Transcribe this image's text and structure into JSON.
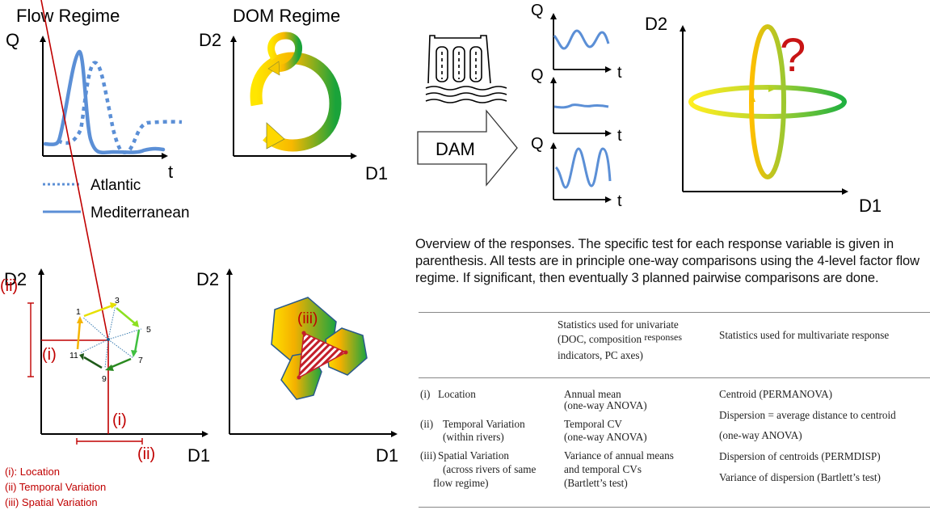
{
  "panels": {
    "flow_regime": {
      "title": "Flow Regime",
      "y_axis": "Q",
      "x_axis": "t",
      "legend": [
        {
          "label": "Atlantic",
          "style": "dotted"
        },
        {
          "label": "Mediterranean",
          "style": "solid"
        }
      ],
      "line_color": "#5b8fd6"
    },
    "dom_regime": {
      "title": "DOM Regime",
      "y_axis": "D2",
      "x_axis": "D1"
    },
    "dam": {
      "arrow_label": "DAM",
      "subplots": [
        {
          "y_axis": "Q",
          "x_axis": "t",
          "pattern": "moderate oscillation"
        },
        {
          "y_axis": "Q",
          "x_axis": "t",
          "pattern": "flat"
        },
        {
          "y_axis": "Q",
          "x_axis": "t",
          "pattern": "large oscillation"
        }
      ]
    },
    "altered_regime": {
      "y_axis": "D2",
      "x_axis": "D1",
      "question_mark": "?"
    },
    "response_scheme": {
      "y_axis": "D2",
      "x_axis": "D1",
      "point_labels": [
        "1",
        "3",
        "5",
        "7",
        "9",
        "11"
      ],
      "marker_i": "(i)",
      "marker_ii": "(ii)"
    },
    "spatial_scheme": {
      "y_axis": "D2",
      "x_axis": "D1",
      "marker_iii": "(iii)"
    },
    "legend_red": [
      "(i): Location",
      "(ii) Temporal Variation",
      "(iii) Spatial Variation"
    ]
  },
  "caption": "Overview of the responses. The specific test for each response variable is given in parenthesis. All tests are in principle one-way comparisons using the 4-level factor flow regime. If significant, then eventually 3 planned pairwise comparisons are done.",
  "table": {
    "headers": {
      "univariate_line1": "Statistics used for univariate",
      "univariate_line2a": "(DOC, composition",
      "univariate_line2b": "responses",
      "univariate_line3": "indicators, PC axes)",
      "multivariate": "Statistics used for multivariate response"
    },
    "rows": [
      {
        "label_num": "(i)",
        "label_l1": "Location",
        "label_l2": "",
        "label_l3": "",
        "uni_l1": "Annual mean",
        "uni_l2": "(one-way ANOVA)",
        "uni_l3": "",
        "multi_l1": "Centroid (PERMANOVA)",
        "multi_l2": ""
      },
      {
        "label_num": "(ii)",
        "label_l1": "Temporal Variation",
        "label_l2": "(within rivers)",
        "label_l3": "",
        "uni_l1": "Temporal CV",
        "uni_l2": "(one-way ANOVA)",
        "uni_l3": "",
        "multi_l1": "Dispersion = average distance to centroid",
        "multi_l2": "(one-way ANOVA)"
      },
      {
        "label_num": "(iii)",
        "label_l1": "Spatial Variation",
        "label_l2": "(across rivers of same",
        "label_l3": "flow regime)",
        "uni_l1": "Variance of annual means",
        "uni_l2": "and temporal CVs",
        "uni_l3": "(Bartlett’s test)",
        "multi_l1": "Dispersion of centroids (PERMDISP)",
        "multi_l2": "Variance of dispersion (Bartlett’s test)"
      }
    ]
  }
}
